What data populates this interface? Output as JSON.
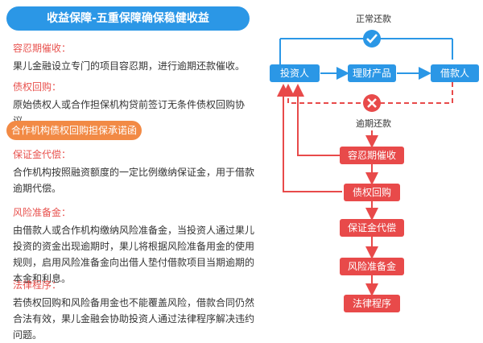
{
  "header": {
    "title": "收益保障-五重保障确保稳健收益"
  },
  "sections_top": [
    {
      "title": "容忍期催收：",
      "body": "果儿金融设立专门的项目容忍期，进行逾期还款催收。"
    },
    {
      "title": "债权回购：",
      "body": "原始债权人或合作担保机构贷前签订无条件债权回购协议。"
    }
  ],
  "orange_pill": {
    "label": "合作机构债权回购担保承诺函"
  },
  "sections_bottom": [
    {
      "title": "保证金代偿：",
      "body": "合作机构按照融资额度的一定比例缴纳保证金，用于借款逾期代偿。"
    },
    {
      "title": "风险准备金：",
      "body": "由借款人或合作机构缴纳风险准备金，当投资人通过果儿投资的资金出现逾期时，果儿将根据风险准备用金的使用规则，启用风险准备金向出借人垫付借款项目当期逾期的本金和利息。"
    },
    {
      "title": "法律程序：",
      "body": "若债权回购和风险备用金也不能覆盖风险，借款合同仍然合法有效，果儿金融会协助投资人通过法律程序解决违约问题。"
    }
  ],
  "diagram": {
    "normal_label": "正常还款",
    "overdue_label": "逾期还款",
    "top_boxes": [
      "投资人",
      "理财产品",
      "借款人"
    ],
    "steps": [
      "容忍期催收",
      "债权回购",
      "保证金代偿",
      "风险准备金",
      "法律程序"
    ],
    "colors": {
      "blue": "#2b97e6",
      "red": "#e84a4a",
      "orange": "#f28a45"
    }
  }
}
